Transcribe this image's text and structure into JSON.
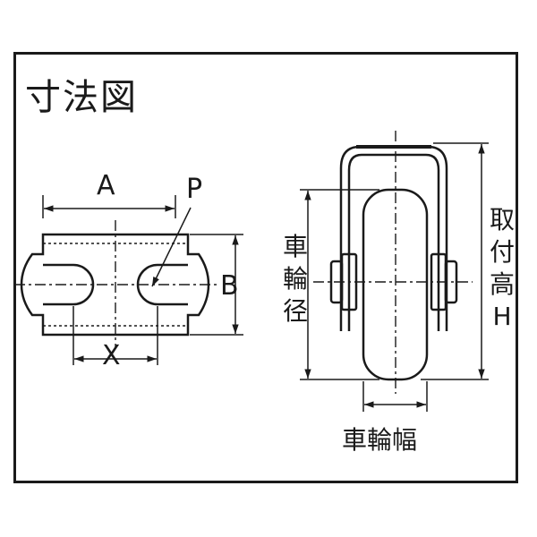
{
  "title": "寸法図",
  "labels": {
    "a": "A",
    "p": "P",
    "b": "B",
    "x": "X",
    "wheel_diameter": [
      "車",
      "輪",
      "径"
    ],
    "mounting_height": [
      "取",
      "付",
      "高",
      "H"
    ],
    "wheel_width": "車輪幅"
  },
  "colors": {
    "line": "#1a1a1a",
    "background": "#ffffff"
  }
}
